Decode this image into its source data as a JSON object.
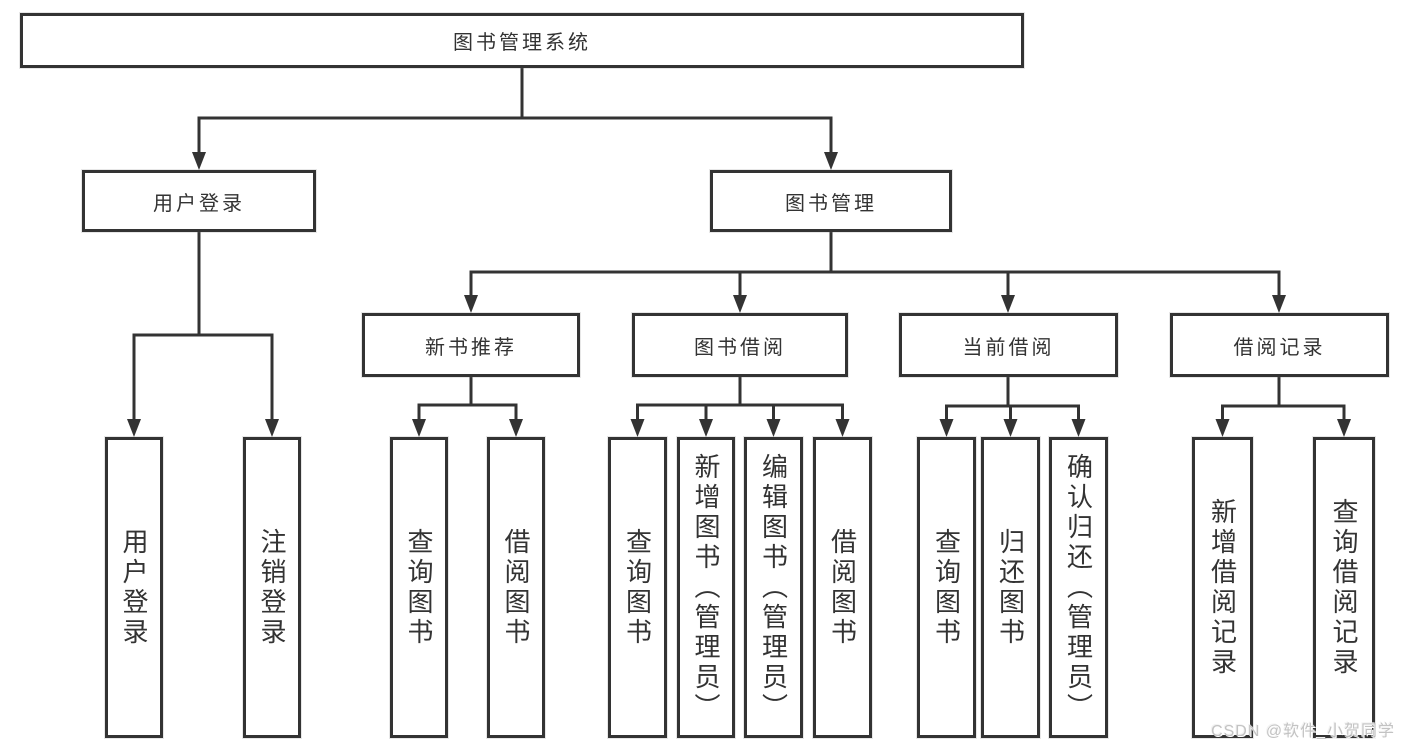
{
  "diagram": {
    "type": "hierarchy-tree",
    "colors": {
      "background": "#ffffff",
      "box_fill": "#ffffff",
      "box_border": "#333333",
      "line": "#333333",
      "text": "#333333",
      "watermark_text": "#c3c3c3"
    },
    "watermark": "CSDN @软件_小贺同学",
    "nodes": {
      "library_system": {
        "label": "图书管理系统"
      },
      "user_login": {
        "label": "用户登录"
      },
      "book_management": {
        "label": "图书管理"
      },
      "new_book_recommend": {
        "label": "新书推荐"
      },
      "book_borrowing": {
        "label": "图书借阅"
      },
      "current_borrowing": {
        "label": "当前借阅"
      },
      "borrowing_records": {
        "label": "借阅记录"
      },
      "user_login_leaf": {
        "label": "用户登录"
      },
      "logout": {
        "label": "注销登录"
      },
      "query_books_1": {
        "label": "查询图书"
      },
      "borrow_books_1": {
        "label": "借阅图书"
      },
      "query_books_2": {
        "label": "查询图书"
      },
      "add_books_admin": {
        "label": "新增图书（管理员）"
      },
      "edit_books_admin": {
        "label": "编辑图书（管理员）"
      },
      "borrow_books_2": {
        "label": "借阅图书"
      },
      "query_books_3": {
        "label": "查询图书"
      },
      "return_books": {
        "label": "归还图书"
      },
      "confirm_return_admin": {
        "label": "确认归还（管理员）"
      },
      "add_borrow_record": {
        "label": "新增借阅记录"
      },
      "query_borrow_record": {
        "label": "查询借阅记录"
      }
    },
    "hierarchy": {
      "图书管理系统": {
        "用户登录": [
          "用户登录",
          "注销登录"
        ],
        "图书管理": {
          "新书推荐": [
            "查询图书",
            "借阅图书"
          ],
          "图书借阅": [
            "查询图书",
            "新增图书（管理员）",
            "编辑图书（管理员）",
            "借阅图书"
          ],
          "当前借阅": [
            "查询图书",
            "归还图书",
            "确认归还（管理员）"
          ],
          "借阅记录": [
            "新增借阅记录",
            "查询借阅记录"
          ]
        }
      }
    }
  }
}
